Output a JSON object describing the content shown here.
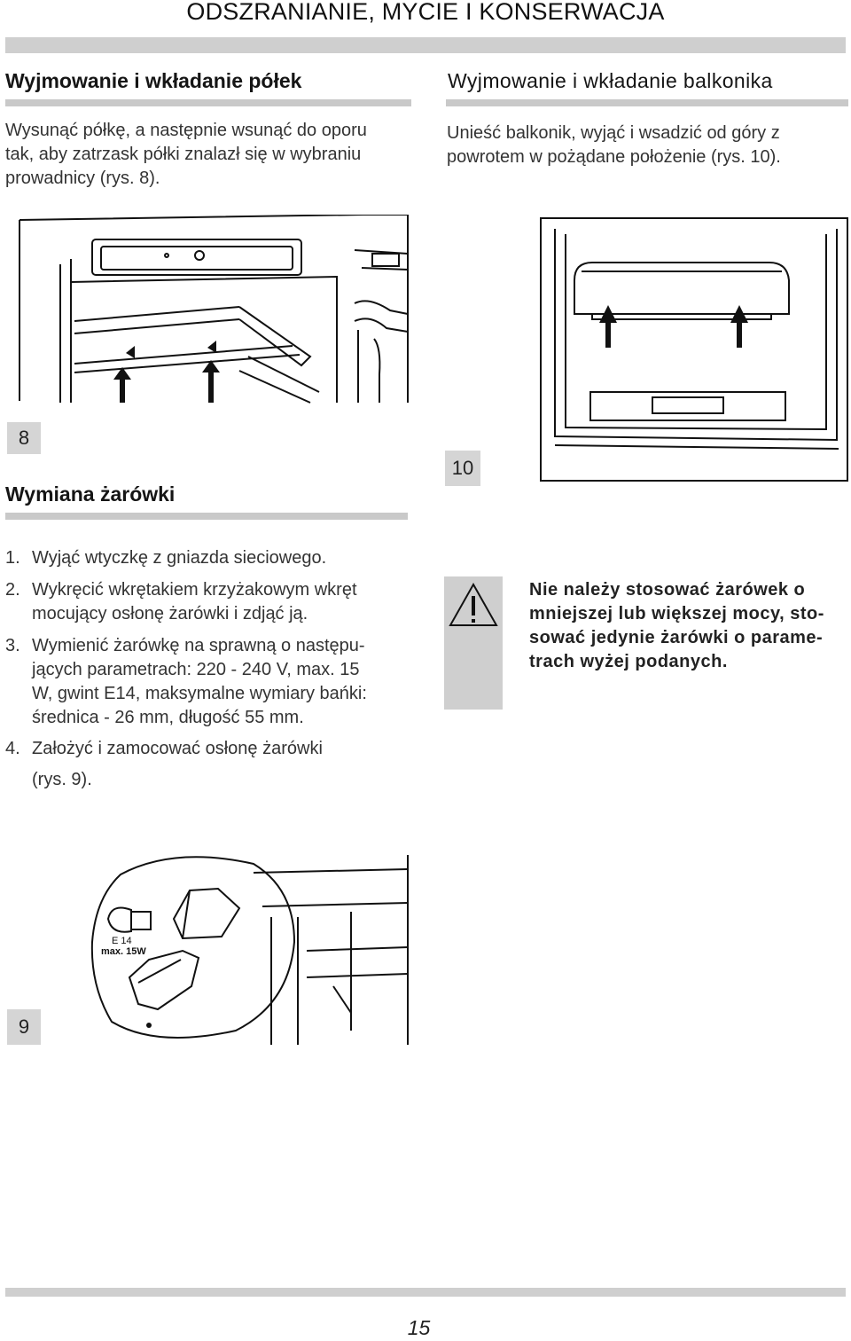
{
  "page": {
    "title": "ODSZRANIANIE, MYCIE I KONSERWACJA",
    "number": "15"
  },
  "shelves": {
    "heading": "Wyjmowanie i wkładanie półek",
    "text_lines": [
      "Wysunąć półkę, a następnie wsunąć do oporu",
      "tak, aby zatrzask półki znalazł się w wybraniu",
      "prowadnicy (rys. 8)."
    ],
    "figure_label": "8"
  },
  "balcony": {
    "heading": "Wyjmowanie i wkładanie balkonika",
    "text_lines": [
      "Unieść balkonik, wyjąć i wsadzić od góry z",
      "powrotem w pożądane położenie (rys. 10)."
    ],
    "figure_label": "10"
  },
  "bulb": {
    "heading": "Wymiana żarówki",
    "steps": [
      {
        "num": "1.",
        "lines": [
          "Wyjąć wtyczkę z gniazda sieciowego."
        ]
      },
      {
        "num": "2.",
        "lines": [
          "Wykręcić wkrętakiem krzyżakowym wkręt",
          "mocujący osłonę żarówki i zdjąć ją."
        ]
      },
      {
        "num": "3.",
        "lines": [
          "Wymienić żarówkę na sprawną o następu-",
          "jących parametrach: 220 - 240 V, max. 15",
          "W, gwint E14, maksymalne wymiary bańki:",
          "średnica - 26 mm, długość 55 mm."
        ]
      },
      {
        "num": "4.",
        "lines": [
          "Założyć i zamocować osłonę żarówki",
          " (rys. 9)."
        ]
      }
    ],
    "warning_lines": [
      "Nie należy stosować żarówek o",
      "mniejszej lub większej mocy, sto-",
      "sować jedynie żarówki o parame-",
      "trach wyżej podanych."
    ],
    "warning_icon": "exclamation-triangle-icon",
    "figure_label": "9",
    "figure_bulb_text_1": "E 14",
    "figure_bulb_text_2": "max. 15W"
  }
}
